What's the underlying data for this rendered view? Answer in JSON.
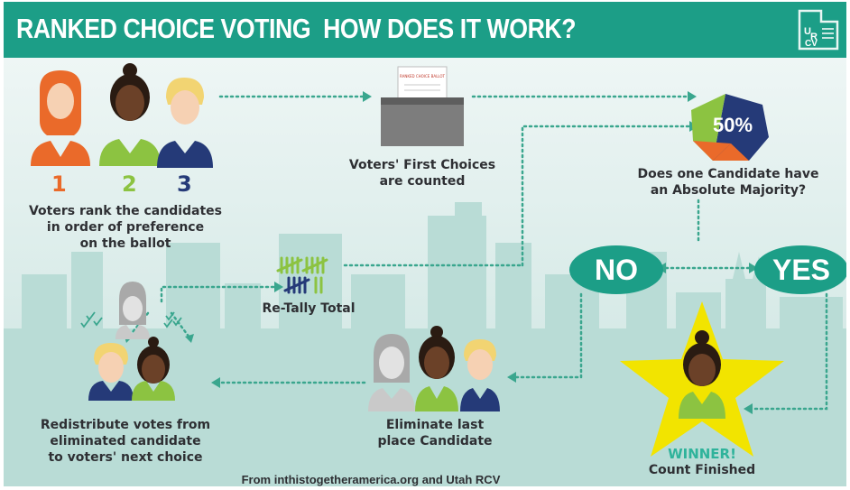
{
  "header": {
    "title": "RANKED CHOICE VOTING  HOW DOES IT WORK?",
    "logo_text": "URCV"
  },
  "steps": {
    "rank": {
      "numbers": [
        "1",
        "2",
        "3"
      ],
      "label": "Voters rank the candidates\nin order of preference\non the ballot"
    },
    "count": {
      "ballot_text": "RANKED CHOICE BALLOT",
      "label": "Voters' First Choices\nare counted"
    },
    "majority": {
      "percent": "50%",
      "label": "Does one Candidate have\nan Absolute Majority?"
    },
    "no": {
      "label": "NO"
    },
    "yes": {
      "label": "YES"
    },
    "retally": {
      "label": "Re-Tally Total"
    },
    "eliminate": {
      "label": "Eliminate last\nplace Candidate"
    },
    "redistribute": {
      "label": "Redistribute votes from\neliminated candidate\nto voters' next choice"
    },
    "winner": {
      "label": "WINNER!",
      "sublabel": "Count Finished"
    }
  },
  "source": "From inthistogetheramerica.org and Utah RCV",
  "colors": {
    "teal": "#1c9e87",
    "background": "#dfeeed",
    "orange": "#ea6a2a",
    "green": "#8cc341",
    "navy": "#253a78",
    "star": "#f2e400",
    "dots": "#3aa68e"
  }
}
